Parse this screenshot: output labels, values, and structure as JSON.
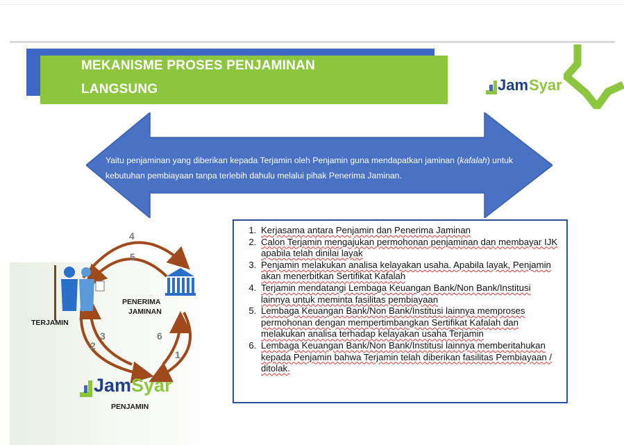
{
  "title": {
    "line1": "MEKANISME PROSES PENJAMINAN",
    "line2": "LANGSUNG"
  },
  "logo": {
    "brand_part1": "Jam",
    "brand_part2": "Syar"
  },
  "description": {
    "before_italic": "Yaitu penjaminan yang diberikan kepada Terjamin oleh Penjamin guna mendapatkan jaminan (",
    "italic": "kafalah",
    "after_italic": ")  untuk kebutuhan pembiayaan tanpa terlebih dahulu melalui pihak Penerima Jaminan."
  },
  "diagram": {
    "terjamin_label": "TERJAMIN",
    "penerima_label_1": "PENERIMA",
    "penerima_label_2": "JAMINAN",
    "penjamin_label": "PENJAMIN",
    "numbers": [
      "1",
      "2",
      "3",
      "4",
      "5",
      "6"
    ]
  },
  "steps": [
    "Kerjasama antara Penjamin dan Penerima Jaminan",
    "Calon Terjamin mengajukan permohonan penjaminan dan membayar IJK apabila telah dinilai layak",
    "Penjamin melakukan analisa kelayakan usaha. Apabila layak, Penjamin akan menerbitkan Sertifikat Kafalah",
    "Terjamin mendatangi Lembaga Keuangan Bank/Non Bank/Institusi lainnya untuk meminta fasilitas pembiayaan",
    "Lembaga Keuangan Bank/Non Bank/Institusi lainnya memproses permohonan dengan mempertimbangkan Sertifikat Kafalah dan melakukan analisa terhadap kelayakan usaha Terjamin",
    "Lembaga Keuangan Bank/Non Bank/Institusi lainnya memberitahukan kepada Penjamin bahwa Terjamin telah diberikan fasilitas Pembiayaan / ditolak."
  ],
  "colors": {
    "green": "#8cc63f",
    "blue": "#3f68c6",
    "arrow_blue": "#4a72c4",
    "brown": "#a0491b",
    "navy": "#1f3f8a"
  }
}
